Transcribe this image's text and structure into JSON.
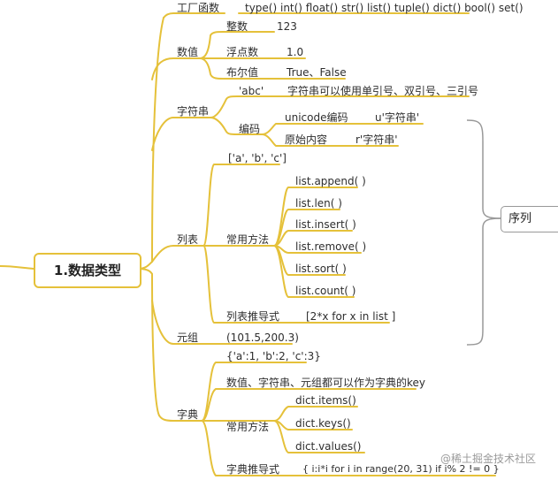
{
  "root": "1.数据类型",
  "sequence_label": "序列",
  "watermark": "@稀土掘金技术社区",
  "factory": {
    "label": "工厂函数",
    "value": "type() int() float() str() list() tuple() dict() bool() set()"
  },
  "numeric": {
    "label": "数值",
    "items": [
      {
        "label": "整数",
        "value": "123"
      },
      {
        "label": "浮点数",
        "value": "1.0"
      },
      {
        "label": "布尔值",
        "value": "True、False"
      }
    ]
  },
  "string": {
    "label": "字符串",
    "abc": "'abc'",
    "abc_desc": "字符串可以使用单引号、双引号、三引号",
    "encoding": "编码",
    "unicode_label": "unicode编码",
    "unicode_value": "u'字符串'",
    "raw_label": "原始内容",
    "raw_value": "r'字符串'"
  },
  "list": {
    "label": "列表",
    "example": "['a', 'b', 'c']",
    "methods_label": "常用方法",
    "methods": [
      "list.append( )",
      "list.len( )",
      "list.insert( )",
      "list.remove( )",
      "list.sort( )",
      "list.count( )"
    ],
    "comprehension_label": "列表推导式",
    "comprehension_value": "[2*x for x in list ]"
  },
  "tuple": {
    "label": "元组",
    "value": "(101.5,200.3)"
  },
  "dict": {
    "label": "字典",
    "example": "{'a':1, 'b':2, 'c':3}",
    "keys_note": "数值、字符串、元组都可以作为字典的key",
    "methods_label": "常用方法",
    "methods": [
      "dict.items()",
      "dict.keys()",
      "dict.values()"
    ],
    "comprehension_label": "字典推导式",
    "comprehension_value": "{ i:i*i for i in range(20, 31) if i% 2 != 0 }"
  },
  "colors": {
    "branch": "#e5c13a",
    "bracket": "#999999"
  }
}
